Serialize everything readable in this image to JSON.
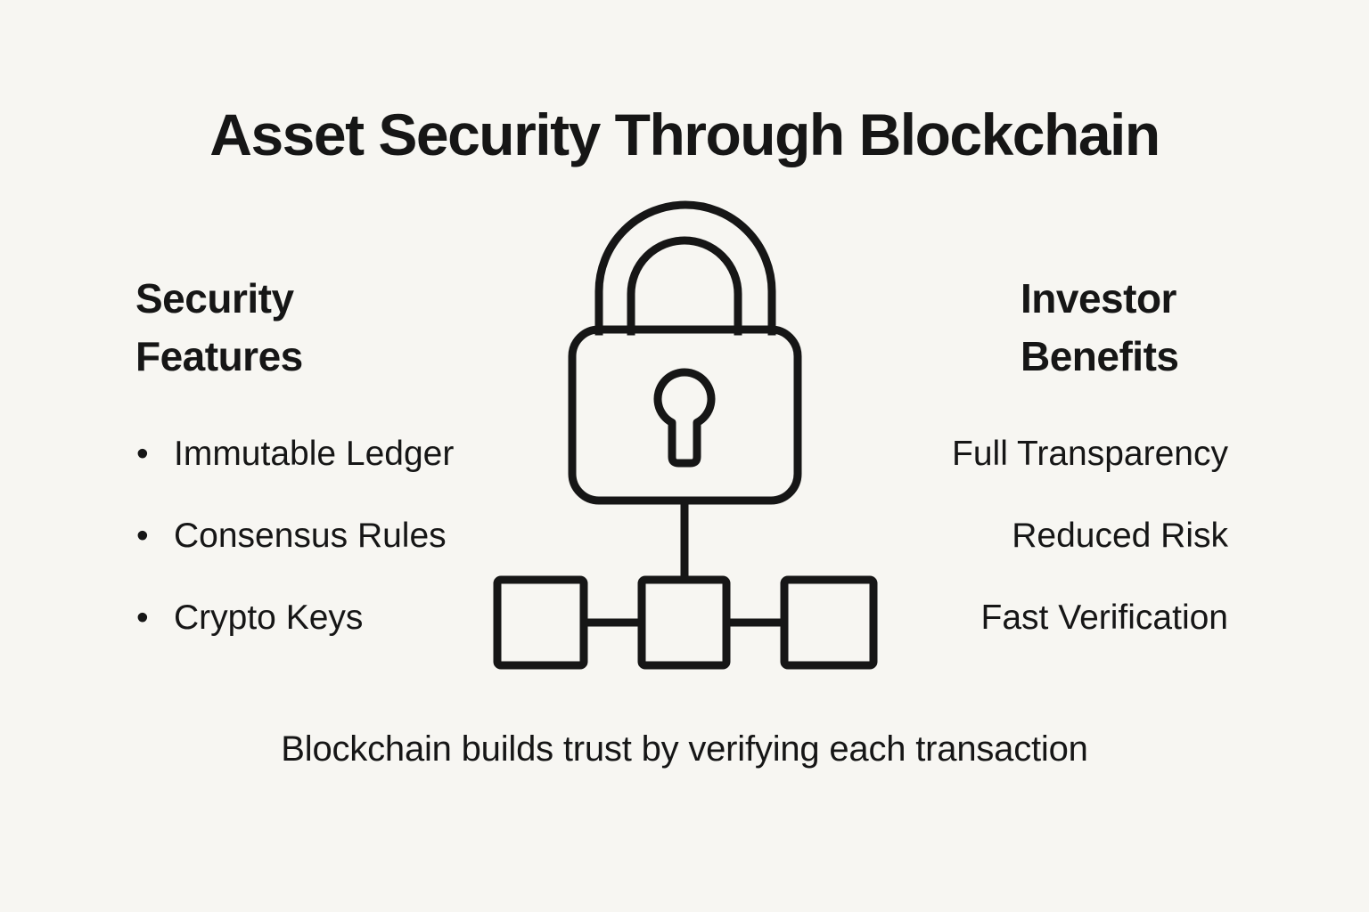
{
  "infographic": {
    "title": "Asset Security Through Blockchain",
    "caption": "Blockchain builds trust by verifying each transaction",
    "bullet_char": "•",
    "colors": {
      "background": "#f7f6f2",
      "ink": "#161616"
    },
    "columns": {
      "left": {
        "heading": "Security Features",
        "items": [
          "Immutable Ledger",
          "Consensus Rules",
          "Crypto Keys"
        ]
      },
      "right": {
        "heading": "Investor Benefits",
        "items": [
          "Full Transparency",
          "Reduced Risk",
          "Fast Verification"
        ]
      }
    },
    "graphic": {
      "icons": [
        "padlock-icon",
        "blockchain-blocks-icon"
      ],
      "blocks_count": 3
    }
  }
}
